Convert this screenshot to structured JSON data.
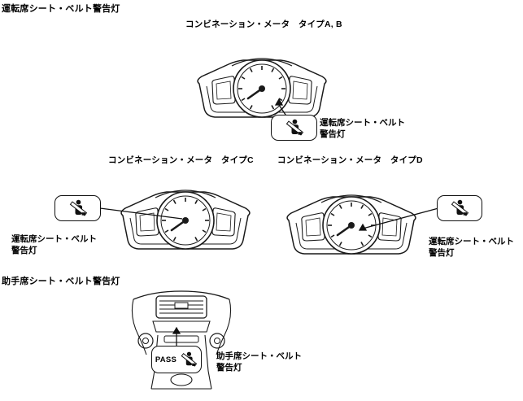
{
  "sections": {
    "driver_heading": "運転席シート・ベルト警告灯",
    "passenger_heading": "助手席シート・ベルト警告灯"
  },
  "figures": {
    "type_ab": {
      "caption": "コンビネーション・メータ　タイプA, B",
      "label_line1": "運転席シート・ベルト",
      "label_line2": "警告灯",
      "icon": "seatbelt-warning-icon"
    },
    "type_c": {
      "caption": "コンビネーション・メータ　タイプC",
      "label_line1": "運転席シート・ベルト",
      "label_line2": "警告灯",
      "icon": "seatbelt-warning-icon"
    },
    "type_d": {
      "caption": "コンビネーション・メータ　タイプD",
      "label_line1": "運転席シート・ベルト",
      "label_line2": "警告灯",
      "icon": "seatbelt-warning-icon"
    },
    "passenger": {
      "badge": "PASS",
      "label_line1": "助手席シート・ベルト",
      "label_line2": "警告灯",
      "icon": "seatbelt-warning-icon"
    }
  },
  "colors": {
    "line": "#1a1a1a",
    "background": "#ffffff"
  }
}
